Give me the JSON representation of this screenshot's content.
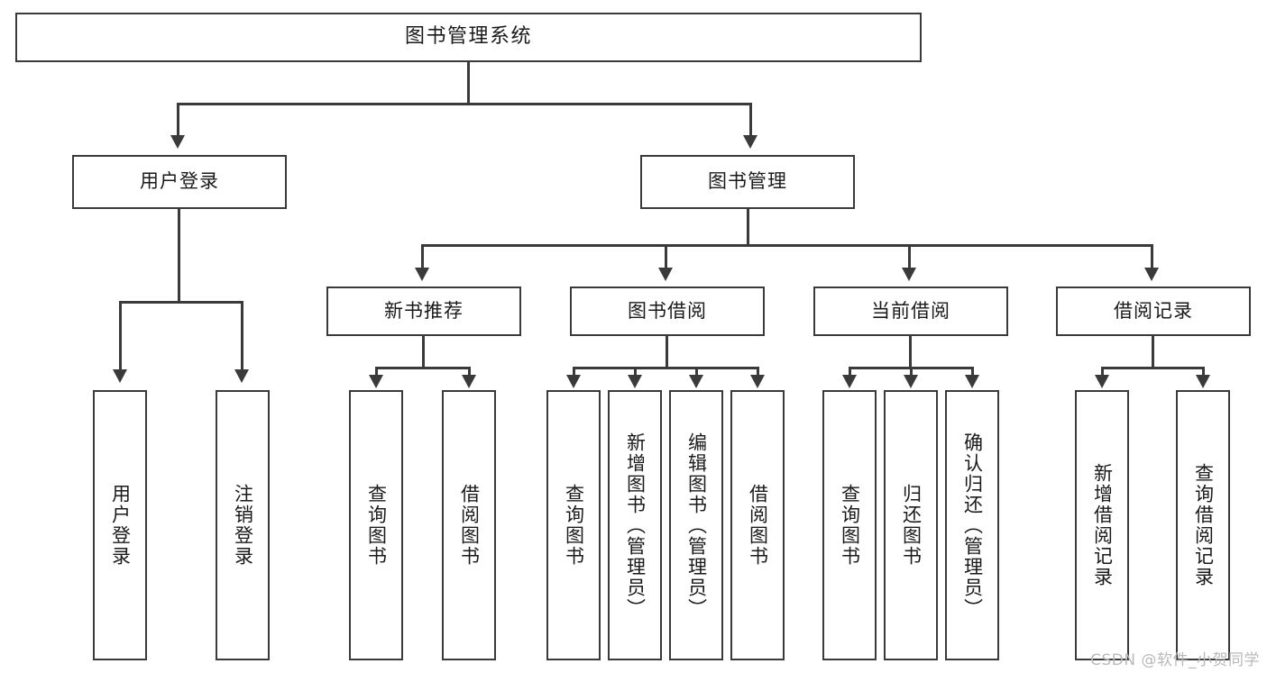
{
  "diagram": {
    "type": "tree-hierarchy",
    "title": "图书管理系统",
    "root": {
      "label": "图书管理系统"
    },
    "level2": [
      {
        "id": "user-login",
        "label": "用户登录"
      },
      {
        "id": "book-management",
        "label": "图书管理"
      }
    ],
    "level3": [
      {
        "id": "new-book-recommend",
        "label": "新书推荐",
        "parent": "book-management"
      },
      {
        "id": "book-borrow",
        "label": "图书借阅",
        "parent": "book-management"
      },
      {
        "id": "current-borrow",
        "label": "当前借阅",
        "parent": "book-management"
      },
      {
        "id": "borrow-record",
        "label": "借阅记录",
        "parent": "book-management"
      }
    ],
    "leaves": {
      "user-login": [
        {
          "id": "leaf-user-login",
          "label": "用户登录"
        },
        {
          "id": "leaf-user-logout",
          "label": "注销登录"
        }
      ],
      "new-book-recommend": [
        {
          "id": "leaf-query-book-1",
          "label": "查询图书"
        },
        {
          "id": "leaf-borrow-book-1",
          "label": "借阅图书"
        }
      ],
      "book-borrow": [
        {
          "id": "leaf-query-book-2",
          "label": "查询图书"
        },
        {
          "id": "leaf-add-book",
          "label": "新增图书（管理员）"
        },
        {
          "id": "leaf-edit-book",
          "label": "编辑图书（管理员）"
        },
        {
          "id": "leaf-borrow-book-2",
          "label": "借阅图书"
        }
      ],
      "current-borrow": [
        {
          "id": "leaf-query-book-3",
          "label": "查询图书"
        },
        {
          "id": "leaf-return-book",
          "label": "归还图书"
        },
        {
          "id": "leaf-confirm-return",
          "label": "确认归还（管理员）"
        }
      ],
      "borrow-record": [
        {
          "id": "leaf-add-record",
          "label": "新增借阅记录"
        },
        {
          "id": "leaf-query-record",
          "label": "查询借阅记录"
        }
      ]
    }
  },
  "watermark": {
    "text": "CSDN @软件_小贺同学"
  },
  "colors": {
    "stroke": "#3a3a3a",
    "fill": "#ffffff",
    "text": "#1a1a1a",
    "watermark": "#b9b9b9"
  }
}
